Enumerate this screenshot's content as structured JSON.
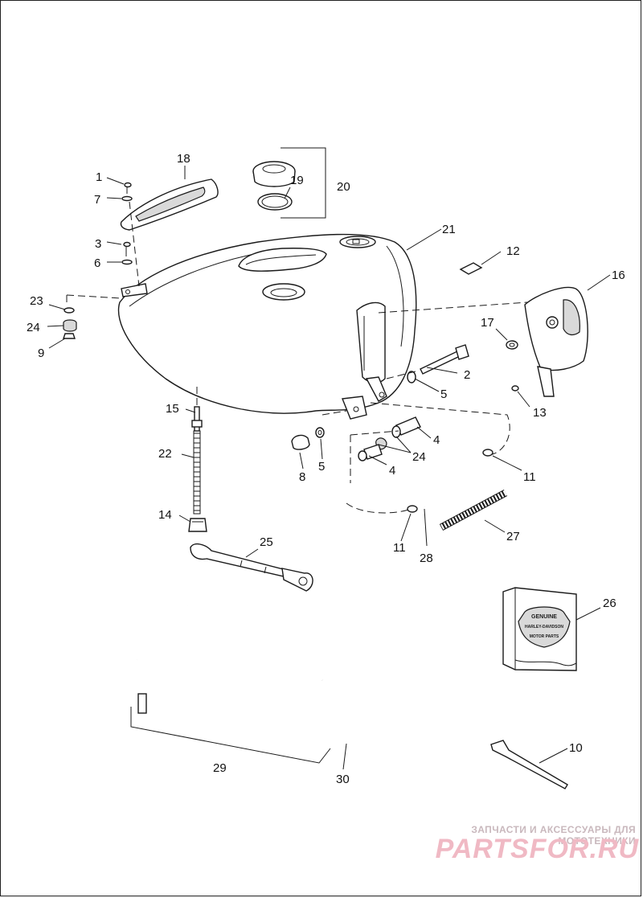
{
  "diagram": {
    "callouts": [
      {
        "id": "c1",
        "label": "1"
      },
      {
        "id": "c2",
        "label": "2"
      },
      {
        "id": "c3",
        "label": "3"
      },
      {
        "id": "c4a",
        "label": "4"
      },
      {
        "id": "c4b",
        "label": "4"
      },
      {
        "id": "c5a",
        "label": "5"
      },
      {
        "id": "c5b",
        "label": "5"
      },
      {
        "id": "c6",
        "label": "6"
      },
      {
        "id": "c7",
        "label": "7"
      },
      {
        "id": "c8",
        "label": "8"
      },
      {
        "id": "c9",
        "label": "9"
      },
      {
        "id": "c10",
        "label": "10"
      },
      {
        "id": "c11a",
        "label": "11"
      },
      {
        "id": "c11b",
        "label": "11"
      },
      {
        "id": "c12",
        "label": "12"
      },
      {
        "id": "c13",
        "label": "13"
      },
      {
        "id": "c14",
        "label": "14"
      },
      {
        "id": "c15",
        "label": "15"
      },
      {
        "id": "c16",
        "label": "16"
      },
      {
        "id": "c17",
        "label": "17"
      },
      {
        "id": "c18",
        "label": "18"
      },
      {
        "id": "c19",
        "label": "19"
      },
      {
        "id": "c20",
        "label": "20"
      },
      {
        "id": "c21",
        "label": "21"
      },
      {
        "id": "c22",
        "label": "22"
      },
      {
        "id": "c23",
        "label": "23"
      },
      {
        "id": "c24a",
        "label": "24"
      },
      {
        "id": "c24b",
        "label": "24"
      },
      {
        "id": "c25",
        "label": "25"
      },
      {
        "id": "c26",
        "label": "26"
      },
      {
        "id": "c27",
        "label": "27"
      },
      {
        "id": "c28",
        "label": "28"
      },
      {
        "id": "c29",
        "label": "29"
      },
      {
        "id": "c30",
        "label": "30"
      }
    ],
    "logo_text": [
      "GENUINE",
      "HARLEY-DAVIDSON",
      "MOTOR PARTS"
    ]
  },
  "watermark": {
    "line1": "ЗАПЧАСТИ И АКСЕССУАРЫ ДЛЯ МОТОТЕХНИКИ",
    "line2": "PARTSFOR.RU"
  },
  "colors": {
    "ink": "#1a1a1a",
    "watermark_pink": "#f0b9c4",
    "watermark_grey": "#c9b8bd"
  }
}
